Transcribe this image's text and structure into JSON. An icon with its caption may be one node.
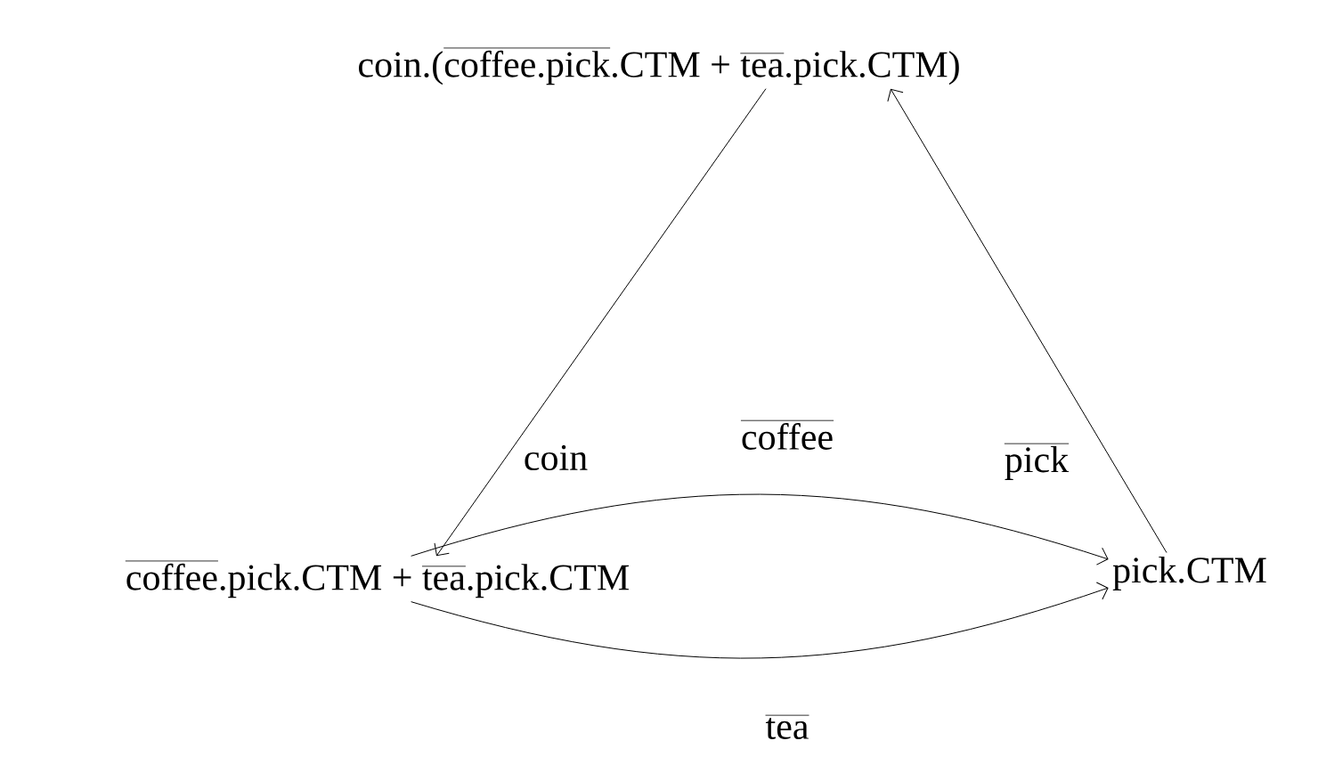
{
  "diagram": {
    "nodes": [
      {
        "text": [
          "\\textrm{coin.(}\\overline{\\textrm{coffee.pick}}\\textrm{.CTM + }\\overline{\\textrm{tea}}\\textrm{.pick.CTM)}"
        ]
      },
      {
        "text": [
          "\\overline{\\textrm{coffee}}\\textrm{.pick.CTM + }\\overline{\\textrm{tea}}\\textrm{.pick.CTM}"
        ]
      },
      {
        "text": [
          "\\textrm{pick.CTM}"
        ]
      }
    ],
    "edges": [
      {
        "from": 0,
        "to": 1,
        "arrow": "to",
        "label": "\\textrm{coin}"
      },
      {
        "from": 2,
        "to": 0,
        "arrow": "to",
        "label": "\\overline{\\textrm{pick}}"
      },
      {
        "from": 1,
        "to": 2,
        "arrow": "to",
        "label": "\\overline{\\textrm{coffee}}"
      },
      {
        "from": 1,
        "to": 2,
        "arrow": "to",
        "label": "\\overline{\\textrm{tea}}"
      }
    ]
  }
}
